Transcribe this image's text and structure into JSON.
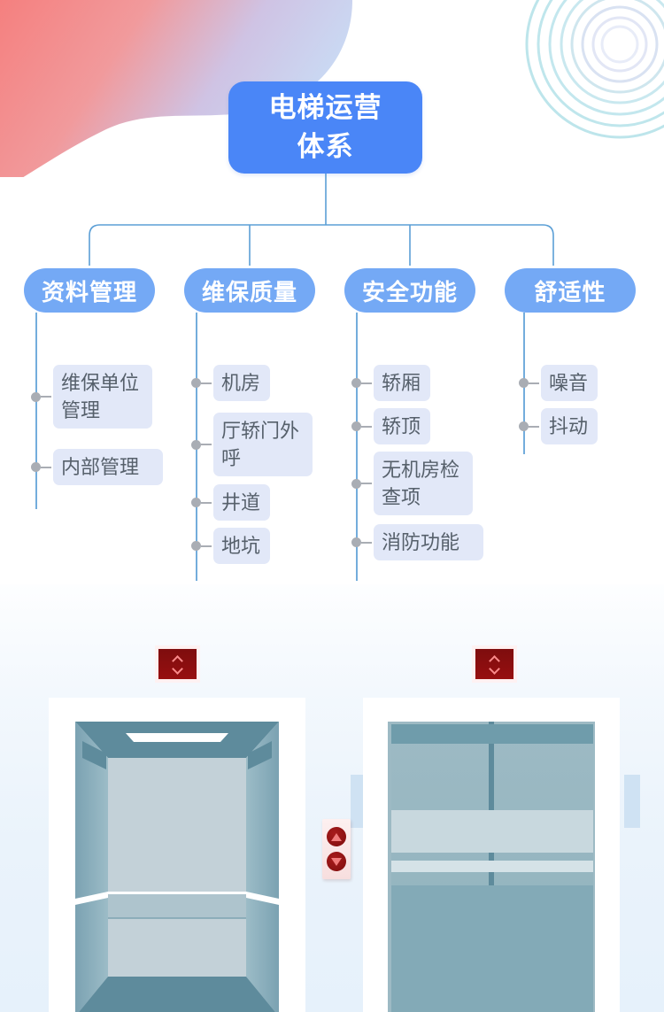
{
  "diagram": {
    "type": "org-chart",
    "root": {
      "label": "电梯运营\n体系"
    },
    "branches": [
      {
        "label": "资料管理",
        "items": [
          {
            "label": "维保单位管理"
          },
          {
            "label": "内部管理"
          }
        ]
      },
      {
        "label": "维保质量",
        "items": [
          {
            "label": "机房"
          },
          {
            "label": "厅轿门外呼"
          },
          {
            "label": "井道"
          },
          {
            "label": "地坑"
          }
        ]
      },
      {
        "label": "安全功能",
        "items": [
          {
            "label": "轿厢"
          },
          {
            "label": "轿顶"
          },
          {
            "label": "无机房检查项"
          },
          {
            "label": "消防功能"
          }
        ]
      },
      {
        "label": "舒适性",
        "items": [
          {
            "label": "噪音"
          },
          {
            "label": "抖动"
          }
        ]
      }
    ]
  },
  "illustration": {
    "left_elevator": {
      "state": "open-car-interior"
    },
    "right_elevator": {
      "state": "closed-doors"
    },
    "floor_indicator_left": {
      "up_glyph": "▲",
      "down_glyph": "▼"
    },
    "floor_indicator_right": {
      "up_glyph": "▲",
      "down_glyph": "▼"
    },
    "call_panel": {
      "up_glyph": "▲",
      "down_glyph": "▼"
    }
  },
  "colors": {
    "root_node_bg": "#4a86f7",
    "level2_node_bg": "#74a9f5",
    "leaf_box_bg": "#e2e8f8",
    "leaf_text": "#56606b",
    "connector_line": "#5b9fd6",
    "leaf_dot": "#a9adb4",
    "indicator_bg": "#8a0f10",
    "indicator_glyph": "#f98a8a",
    "wave_start": "#f58a8a",
    "wave_end": "#cfe0f5",
    "ring_color": "#bfe6ec"
  }
}
